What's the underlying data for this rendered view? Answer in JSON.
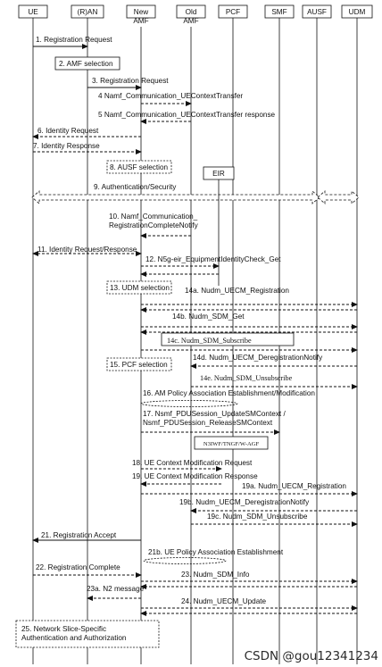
{
  "participants": [
    "UE",
    "(R)AN",
    "New\nAMF",
    "Old\nAMF",
    "PCF",
    "SMF",
    "AUSF",
    "UDM"
  ],
  "eir_label": "EIR",
  "messages": [
    "1. Registration Request",
    "2. AMF selection",
    "3. Registration Request",
    "4 Namf_Communication_UEContextTransfer",
    "5 Namf_Communication_UEContextTransfer response",
    "6. Identity Request",
    "7. Identity Response",
    "8. AUSF selection",
    "9. Authentication/Security",
    "10. Namf_Communication_\nRegistrationCompleteNotify",
    "11. Identity Request/Response",
    "12. N5g-eir_EquipmentIdentityCheck_Get",
    "13. UDM selection",
    "14a. Nudm_UECM_Registration",
    "14b. Nudm_SDM_Get",
    "14c. Nudm_SDM_Subscribe",
    "14d. Nudm_UECM_DeregistrationNotify",
    "15. PCF selection",
    "14e. Nudm_SDM_Unsubscribe",
    "16. AM Policy Association Establishment/Modification",
    "17. Nsmf_PDUSession_UpdateSMContext /\nNsmf_PDUSession_ReleaseSMContext",
    "N3IWF/TNGF/W-AGF",
    "18. UE Context Modification Request",
    "19. UE Context Modification Response",
    "19a. Nudm_UECM_Registration",
    "19b. Nudm_UECM_DeregistrationNotify",
    "19c. Nudm_SDM_Unsubscribe",
    "21. Registration Accept",
    "21b. UE Policy Association Establishment",
    "22. Registration Complete",
    "23. Nudm_SDM_Info",
    "23a. N2 message",
    "24. Nudm_UECM_Update",
    "25. Network Slice-Specific\nAuthentication and Authorization"
  ],
  "watermark": "CSDN @gou12341234"
}
